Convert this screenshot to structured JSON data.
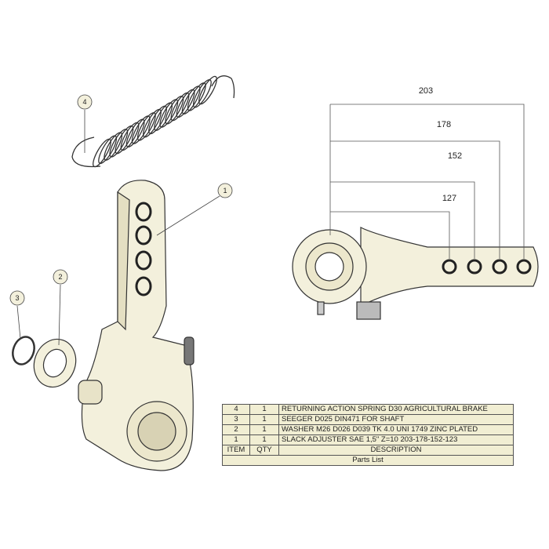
{
  "dimensions": {
    "d1": "203",
    "d2": "178",
    "d3": "152",
    "d4": "127"
  },
  "callouts": [
    "1",
    "2",
    "3",
    "4"
  ],
  "parts_list": {
    "title": "Parts List",
    "headers": {
      "item": "ITEM",
      "qty": "QTY",
      "description": "DESCRIPTION"
    },
    "rows": [
      {
        "item": "4",
        "qty": "1",
        "description": "RETURNING ACTION SPRING D30 AGRICULTURAL BRAKE"
      },
      {
        "item": "3",
        "qty": "1",
        "description": "SEEGER D025 DIN471 FOR SHAFT"
      },
      {
        "item": "2",
        "qty": "1",
        "description": "WASHER M26 D026 D039 TK 4.0 UNI 1749 ZINC PLATED"
      },
      {
        "item": "1",
        "qty": "1",
        "description": "SLACK ADJUSTER SAE 1,5\" Z=10 203-178-152-123"
      }
    ]
  },
  "colors": {
    "part_fill": "#f3f0dc",
    "table_fill": "#f1eed3",
    "line": "#333333"
  }
}
